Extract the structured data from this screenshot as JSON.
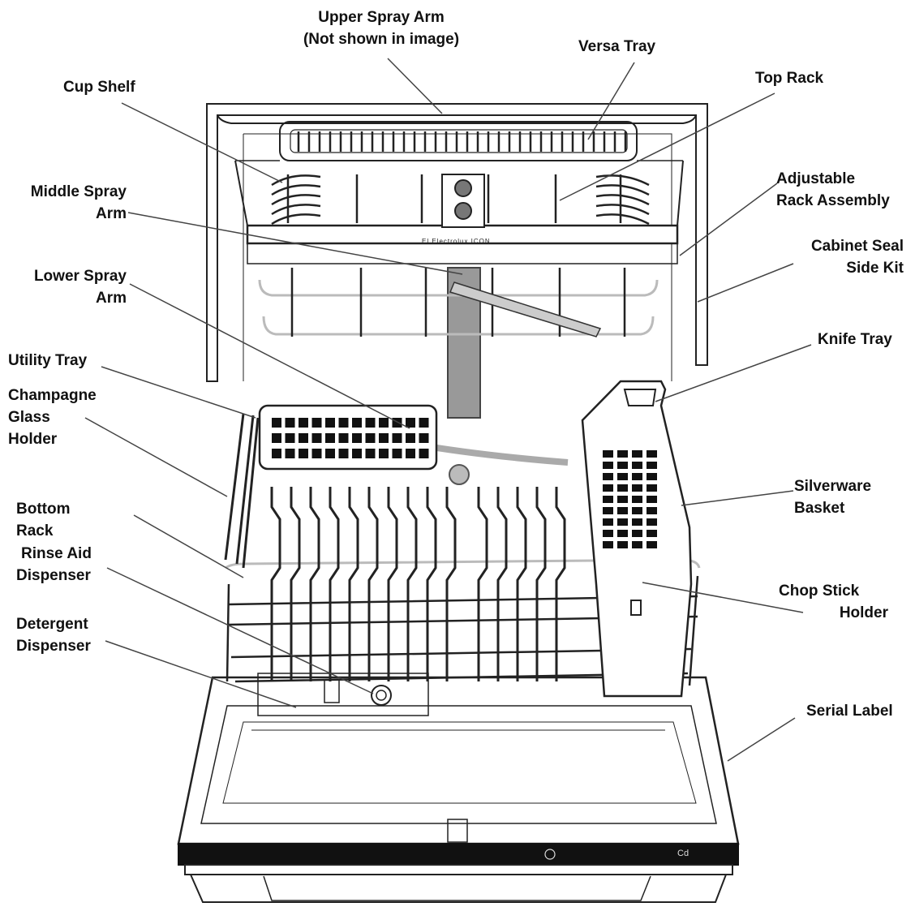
{
  "labels": {
    "upper_spray_arm": [
      "Upper Spray Arm",
      "(Not shown in image)"
    ],
    "versa_tray": [
      "Versa Tray"
    ],
    "top_rack": [
      "Top Rack"
    ],
    "cup_shelf": [
      "Cup Shelf"
    ],
    "middle_spray_arm": [
      "Middle Spray",
      "Arm"
    ],
    "adjustable_rack_assembly": [
      "Adjustable",
      "Rack  Assembly"
    ],
    "cabinet_seal_side_kit": [
      "Cabinet Seal",
      "Side Kit"
    ],
    "lower_spray_arm": [
      "Lower Spray",
      "Arm"
    ],
    "knife_tray": [
      "Knife Tray"
    ],
    "utility_tray": [
      "Utility Tray"
    ],
    "champagne_glass_holder": [
      "Champagne",
      "Glass",
      "Holder"
    ],
    "silverware_basket": [
      "Silverware",
      "Basket"
    ],
    "bottom_rack": [
      "Bottom",
      "Rack"
    ],
    "rinse_aid_dispenser": [
      "Rinse Aid",
      "Dispenser"
    ],
    "chop_stick_holder": [
      "Chop Stick",
      "Holder"
    ],
    "detergent_dispenser": [
      "Detergent",
      "Dispenser"
    ],
    "serial_label": [
      "Serial Label"
    ]
  },
  "brand_text": "El Electrolux    ICON",
  "control_text": "Cd"
}
